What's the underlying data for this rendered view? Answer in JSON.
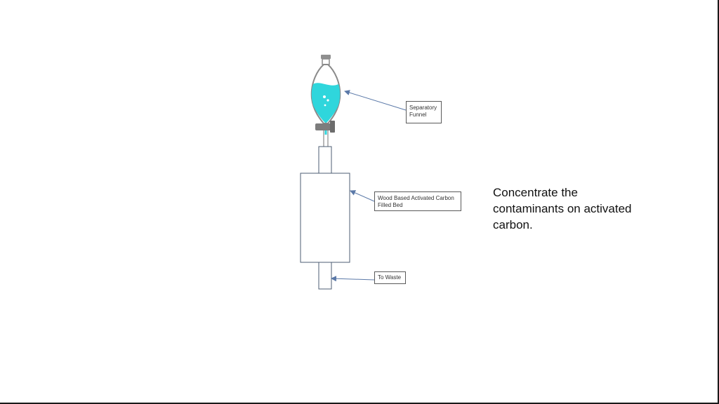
{
  "labels": {
    "separatory_funnel": "Separatory Funnel",
    "carbon_bed": "Wood Based Activated Carbon Filled Bed",
    "to_waste": "To Waste"
  },
  "caption": {
    "line1": "Concentrate the",
    "line2": "contaminants on activated",
    "line3": "carbon."
  },
  "colors": {
    "liquid": "#2fd6dc",
    "glass_outline": "#8a8a8a",
    "stopcock": "#7d7d7d",
    "arrow": "#5b79a8",
    "column_outline": "#4d5d73"
  }
}
